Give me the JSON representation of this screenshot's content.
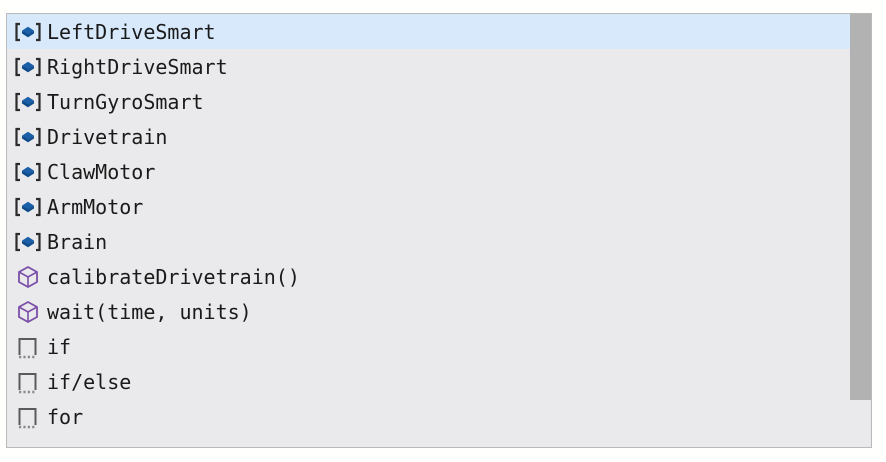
{
  "popup": {
    "name": "autocomplete-suggestion-popup",
    "selected_index": 0,
    "background_color": "#eaeaec",
    "selection_color": "#d7e9fb",
    "border_color": "#b9b9b9",
    "text_color": "#1a1a1a"
  },
  "icons": {
    "device_object": {
      "name": "blue-box-device-icon",
      "color": "#1a5fa8",
      "bracket_color": "#2b2b2b"
    },
    "function_block": {
      "name": "purple-cube-function-icon",
      "color": "#7a4fa8"
    },
    "control_block": {
      "name": "gray-dotted-square-block-icon",
      "color": "#5a5a5a",
      "dotted_color": "#8a8a8a"
    }
  },
  "scrollbar": {
    "name": "vertical-scrollbar",
    "thumb_color": "#b2b2b2",
    "track_color": "#eaeaec"
  },
  "items": [
    {
      "label": "LeftDriveSmart",
      "icon": "device_object",
      "selected": true
    },
    {
      "label": "RightDriveSmart",
      "icon": "device_object",
      "selected": false
    },
    {
      "label": "TurnGyroSmart",
      "icon": "device_object",
      "selected": false
    },
    {
      "label": "Drivetrain",
      "icon": "device_object",
      "selected": false
    },
    {
      "label": "ClawMotor",
      "icon": "device_object",
      "selected": false
    },
    {
      "label": "ArmMotor",
      "icon": "device_object",
      "selected": false
    },
    {
      "label": "Brain",
      "icon": "device_object",
      "selected": false
    },
    {
      "label": "calibrateDrivetrain()",
      "icon": "function_block",
      "selected": false
    },
    {
      "label": "wait(time, units)",
      "icon": "function_block",
      "selected": false
    },
    {
      "label": "if",
      "icon": "control_block",
      "selected": false
    },
    {
      "label": "if/else",
      "icon": "control_block",
      "selected": false
    },
    {
      "label": "for",
      "icon": "control_block",
      "selected": false
    }
  ]
}
